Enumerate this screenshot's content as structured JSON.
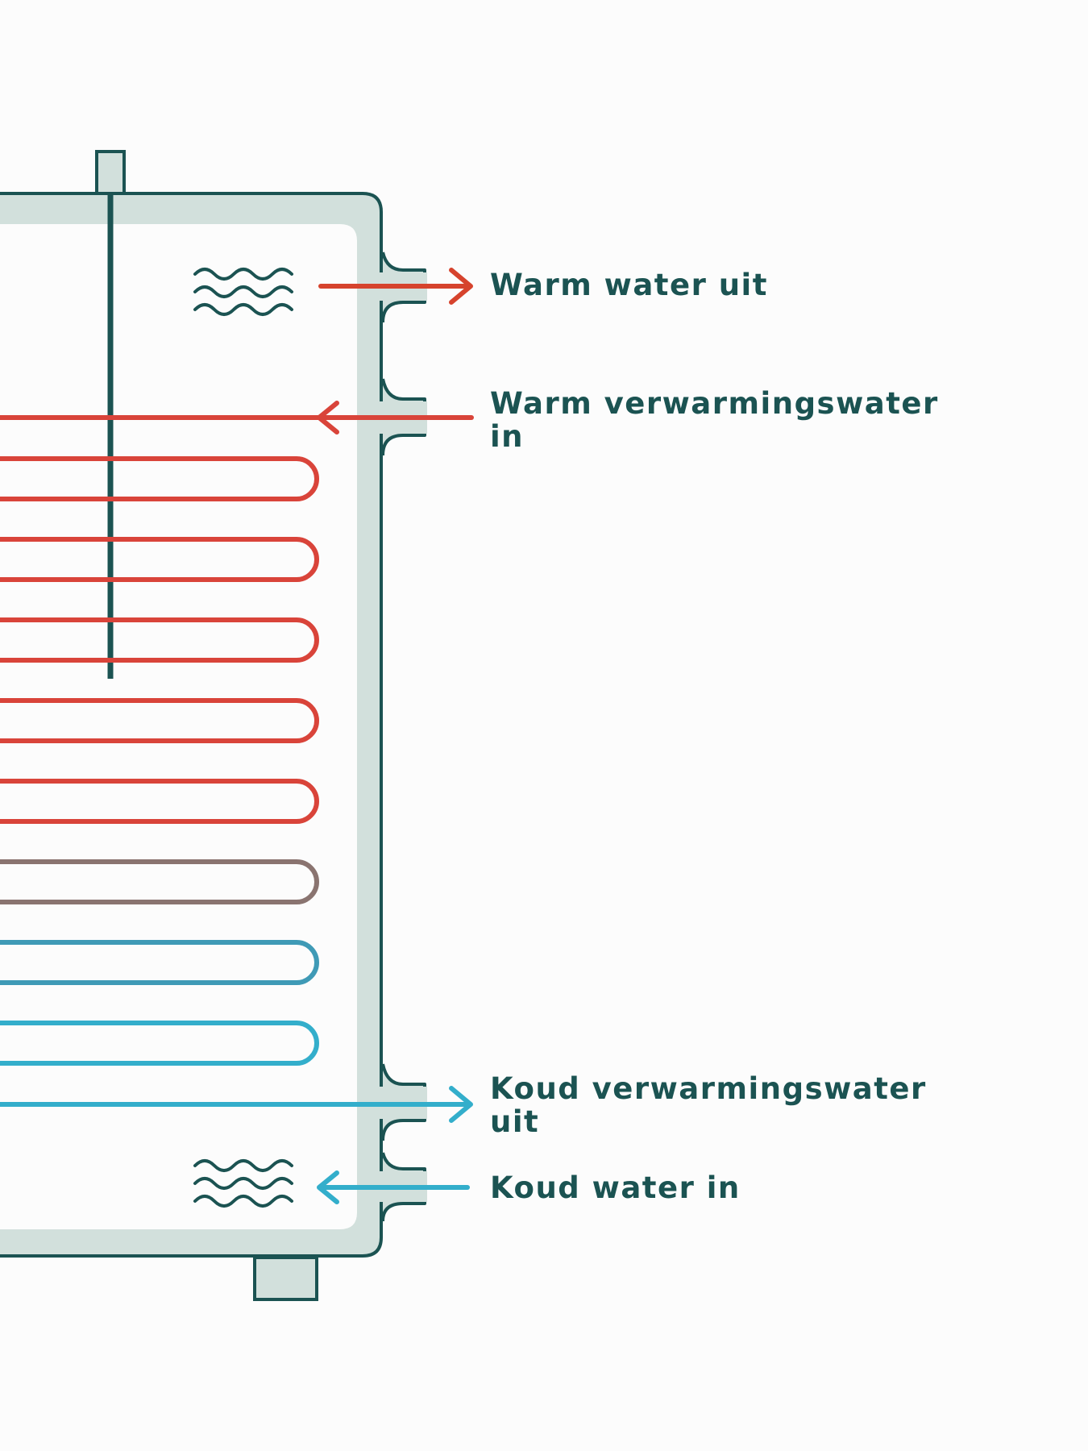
{
  "colors": {
    "background": "#fcfcfc",
    "tank_outline": "#1b5352",
    "tank_insulation": "#d2e0dc",
    "hot": "#d9443a",
    "hot_arrow": "#d6432d",
    "transition": "#8a7470",
    "cold_mid": "#3f9ab6",
    "cold": "#33aecb",
    "label": "#1b5352"
  },
  "icons": {
    "top_waves": "water-waves-icon",
    "bottom_waves": "water-waves-icon",
    "sensor": "thermostat-sensor-rod"
  },
  "labels": {
    "warm_water_out": "Warm water uit",
    "warm_heating_in_line1": "Warm verwarmingswater",
    "warm_heating_in_line2": "in",
    "cold_heating_out_line1": "Koud verwarmingswater",
    "cold_heating_out_line2": "uit",
    "cold_water_in": "Koud water in"
  }
}
